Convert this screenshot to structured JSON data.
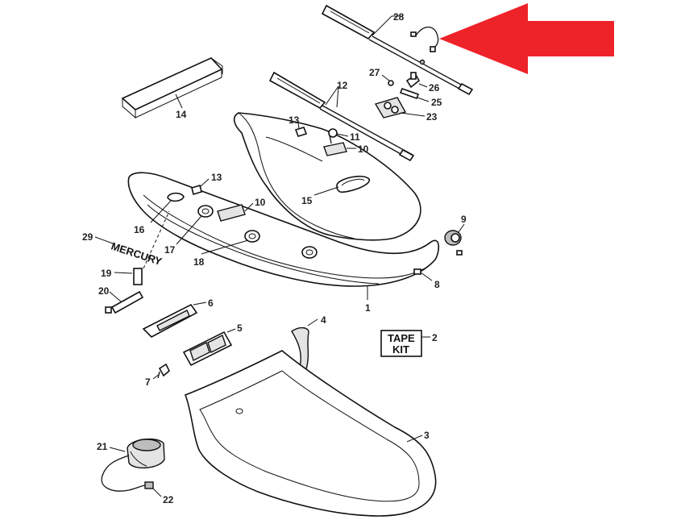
{
  "callouts": {
    "c1": "1",
    "c2": "2",
    "c3": "3",
    "c4": "4",
    "c5": "5",
    "c6": "6",
    "c7": "7",
    "c8": "8",
    "c9": "9",
    "c10a": "10",
    "c10b": "10",
    "c11": "11",
    "c12": "12",
    "c13a": "13",
    "c13b": "13",
    "c14": "14",
    "c15": "15",
    "c16": "16",
    "c17": "17",
    "c18": "18",
    "c19": "19",
    "c20": "20",
    "c21": "21",
    "c22": "22",
    "c23": "23",
    "c25": "25",
    "c26": "26",
    "c27": "27",
    "c28": "28",
    "c29": "29"
  },
  "tape_kit": {
    "line1": "TAPE",
    "line2": "KIT"
  },
  "brand_decal": "MERCURY",
  "colors": {
    "arrow": "#ee2229",
    "line": "#111111",
    "shade": "#e4e4e4"
  },
  "highlight_arrow": {
    "icon": "red-arrow-icon",
    "points_to": "28"
  }
}
